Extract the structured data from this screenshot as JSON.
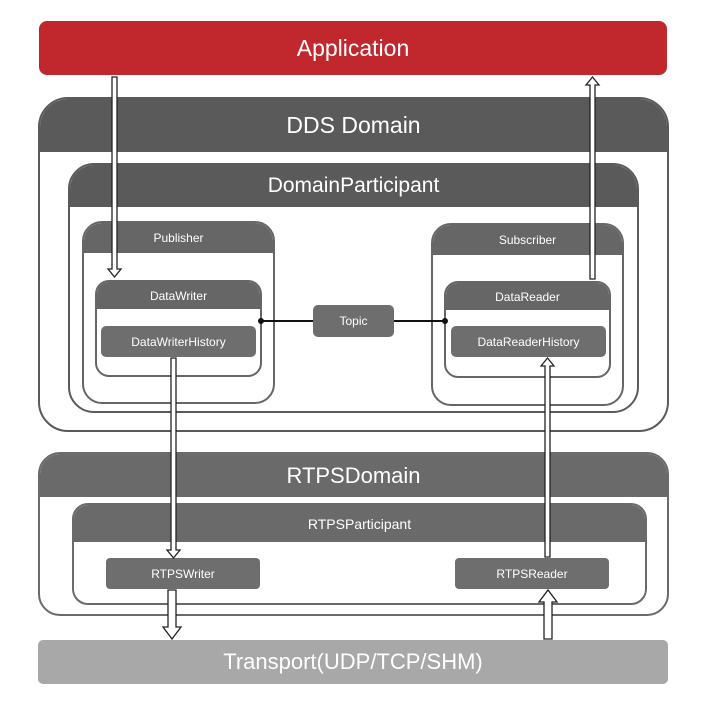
{
  "application": {
    "label": "Application"
  },
  "dds_domain": {
    "label": "DDS Domain",
    "participant": {
      "label": "DomainParticipant",
      "publisher": {
        "label": "Publisher",
        "writer": {
          "label": "DataWriter",
          "history": "DataWriterHistory"
        }
      },
      "subscriber": {
        "label": "Subscriber",
        "reader": {
          "label": "DataReader",
          "history": "DataReaderHistory"
        }
      },
      "topic": {
        "label": "Topic"
      }
    }
  },
  "rtps_domain": {
    "label": "RTPSDomain",
    "participant": {
      "label": "RTPSParticipant",
      "writer": "RTPSWriter",
      "reader": "RTPSReader"
    }
  },
  "transport": {
    "label": "Transport(UDP/TCP/SHM)"
  },
  "colors": {
    "application": "#c0282d",
    "dark_header": "#5a5a5a",
    "medium_header": "#666666",
    "box_gray": "#6e6e6e",
    "transport": "#a8a8a8",
    "outline": "#6a6a6a"
  }
}
